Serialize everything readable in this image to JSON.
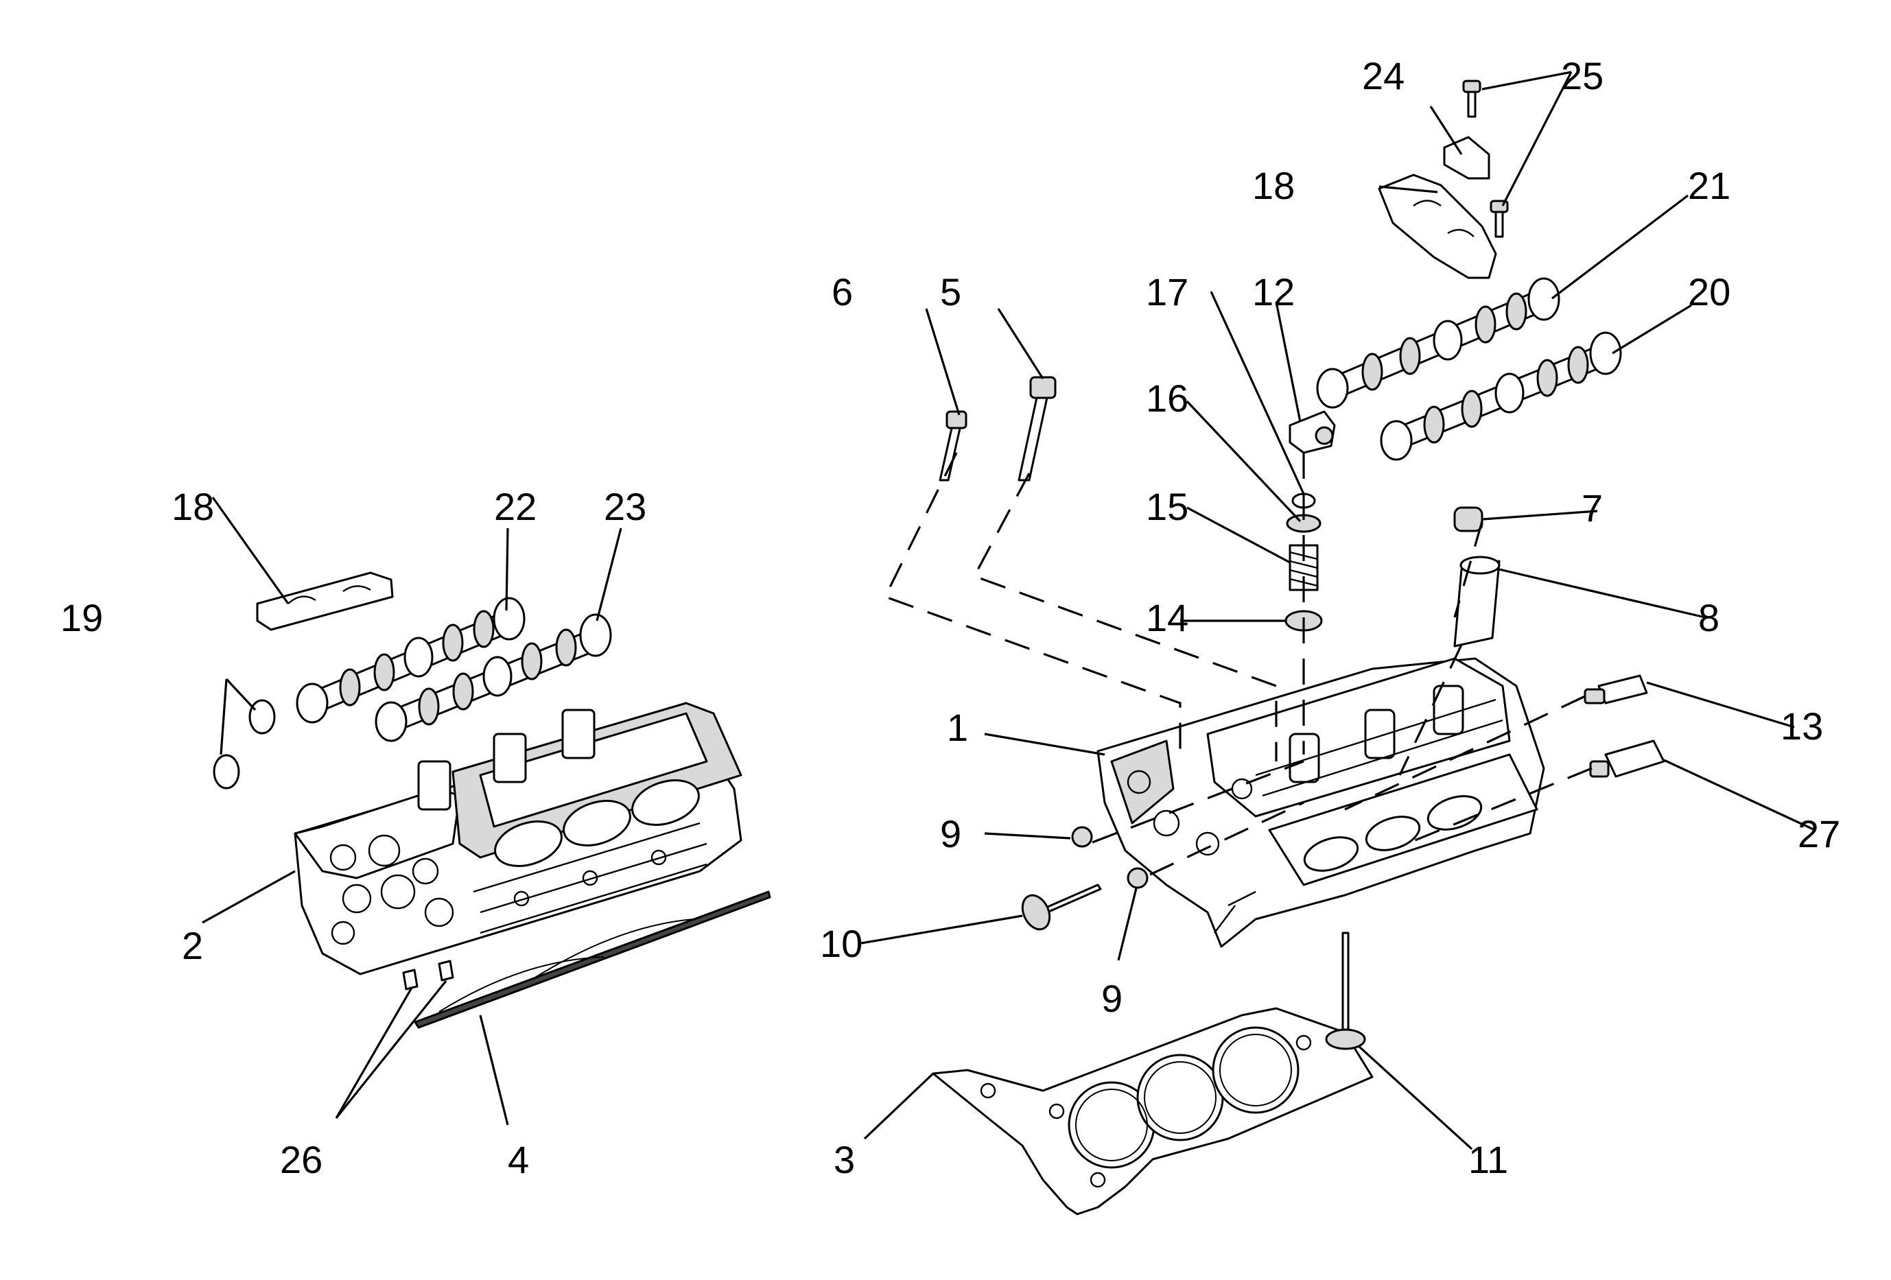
{
  "diagram": {
    "callouts": {
      "c1": "1",
      "c2": "2",
      "c3": "3",
      "c4": "4",
      "c5": "5",
      "c6": "6",
      "c7": "7",
      "c8": "8",
      "c9a": "9",
      "c9b": "9",
      "c10": "10",
      "c11": "11",
      "c12": "12",
      "c13": "13",
      "c14": "14",
      "c15": "15",
      "c16": "16",
      "c17": "17",
      "c18a": "18",
      "c18b": "18",
      "c19": "19",
      "c20": "20",
      "c21": "21",
      "c22": "22",
      "c23": "23",
      "c24": "24",
      "c25": "25",
      "c26": "26",
      "c27": "27"
    }
  }
}
